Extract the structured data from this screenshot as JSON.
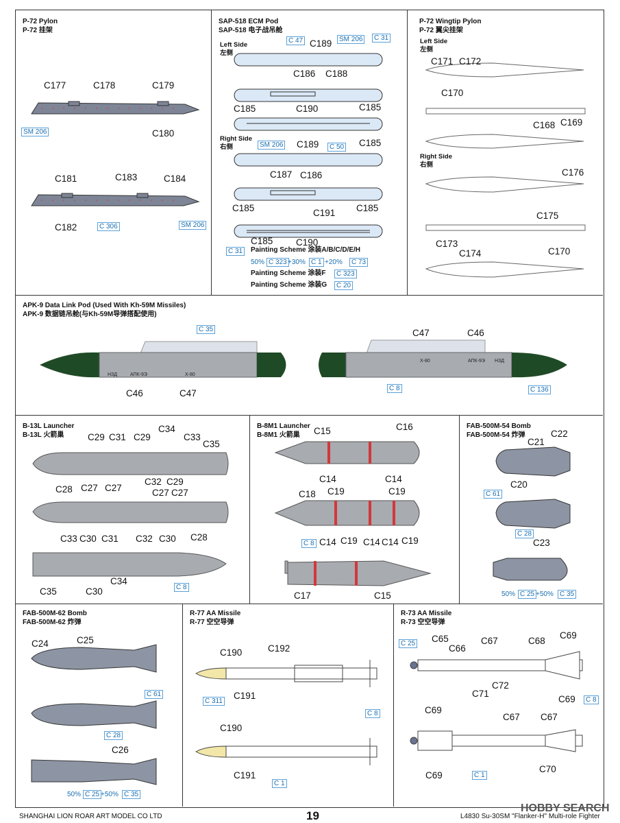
{
  "page": {
    "number": "19",
    "company": "SHANGHAI LION ROAR ART MODEL CO LTD",
    "kit": "L4830 Su-30SM \"Flanker-H\" Multi-role Fighter",
    "watermark": "HOBBY SEARCH"
  },
  "colors": {
    "frame": "#333333",
    "callout": "#1a6fb0",
    "pylon_grey": "#7e8596",
    "pod_blue": "#dbe8f6",
    "store_grey": "#a8abb0",
    "nose_green": "#1f4a26",
    "bomb_blue_grey": "#8d95a4",
    "red_detail": "#d2383a"
  },
  "p72_pylon": {
    "title_en": "P-72 Pylon",
    "title_cn": "P-72 挂架",
    "labels": [
      "C177",
      "C178",
      "C179",
      "C180",
      "C181",
      "C183",
      "C184",
      "C182"
    ],
    "callouts": [
      "SM 206",
      "C 306",
      "SM 206"
    ]
  },
  "sap518": {
    "title_en": "SAP-518 ECM Pod",
    "title_cn": "SAP-518 电子战吊舱",
    "left_en": "Left Side",
    "left_cn": "左侧",
    "right_en": "Right Side",
    "right_cn": "右侧",
    "labels": [
      "C189",
      "C186",
      "C188",
      "C185",
      "C190",
      "C185",
      "C185",
      "C189",
      "C187",
      "C186",
      "C185",
      "C191",
      "C185",
      "C185",
      "C190"
    ],
    "callouts": [
      "C 47",
      "SM 206",
      "C 31",
      "SM 206",
      "C 50",
      "C 31"
    ],
    "scheme_abcdeh": "Painting Scheme 涂装A/B/C/D/E/H",
    "mix": [
      "50%",
      "C 323",
      "+30%",
      "C 1",
      "+20%",
      "C 73"
    ],
    "scheme_f": "Painting Scheme 涂装F",
    "scheme_f_color": "C 323",
    "scheme_g": "Painting Scheme 涂装G",
    "scheme_g_color": "C 20"
  },
  "p72_wingtip": {
    "title_en": "P-72 Wingtip Pylon",
    "title_cn": "P-72 翼尖挂架",
    "left_en": "Left Side",
    "left_cn": "左侧",
    "right_en": "Right Side",
    "right_cn": "右侧",
    "labels": [
      "C171",
      "C172",
      "C170",
      "C168",
      "C169",
      "C176",
      "C175",
      "C173",
      "C174",
      "C170"
    ]
  },
  "apk9": {
    "title_en": "APK-9 Data Link Pod (Used With Kh-59M Missiles)",
    "title_cn": "APK-9 数据链吊舱(与Kh-59M导弹搭配使用)",
    "labels": [
      "C46",
      "C47",
      "C47",
      "C46"
    ],
    "callouts": [
      "C 35",
      "C 8",
      "C 136"
    ],
    "stencils": [
      "НЗД",
      "АПК-9Э",
      "Х-80",
      "Х-80",
      "АПК-9Э",
      "НЗД"
    ]
  },
  "b13l": {
    "title_en": "B-13L Launcher",
    "title_cn": "B-13L 火箭巢",
    "labels": [
      "C29",
      "C31",
      "C29",
      "C34",
      "C33",
      "C35",
      "C32",
      "C29",
      "C28",
      "C27",
      "C27",
      "C27",
      "C27",
      "C33",
      "C30",
      "C31",
      "C32",
      "C30",
      "C28",
      "C35",
      "C34",
      "C30"
    ],
    "callouts": [
      "C 8"
    ]
  },
  "b8m1": {
    "title_en": "B-8M1 Launcher",
    "title_cn": "B-8M1 火箭巢",
    "labels": [
      "C15",
      "C16",
      "C14",
      "C14",
      "C18",
      "C19",
      "C19",
      "C14",
      "C19",
      "C14",
      "C14",
      "C19",
      "C17",
      "C15"
    ],
    "callouts": [
      "C 8"
    ]
  },
  "fab500m54": {
    "title_en": "FAB-500M-54 Bomb",
    "title_cn": "FAB-500M-54 炸弹",
    "labels": [
      "C21",
      "C22",
      "C20",
      "C23"
    ],
    "callouts": [
      "C 61",
      "C 28"
    ],
    "mix": [
      "50%",
      "C 25",
      "+50%",
      "C 35"
    ]
  },
  "fab500m62": {
    "title_en": "FAB-500M-62 Bomb",
    "title_cn": "FAB-500M-62 炸弹",
    "labels": [
      "C24",
      "C25",
      "C26"
    ],
    "callouts": [
      "C 61",
      "C 28"
    ],
    "mix": [
      "50%",
      "C 25",
      "+50%",
      "C 35"
    ]
  },
  "r77": {
    "title_en": "R-77 AA Missile",
    "title_cn": "R-77 空空导弹",
    "labels": [
      "C190",
      "C192",
      "C191",
      "C190",
      "C191"
    ],
    "callouts": [
      "C 311",
      "C 8",
      "C 1"
    ]
  },
  "r73": {
    "title_en": "R-73 AA Missile",
    "title_cn": "R-73 空空导弹",
    "labels": [
      "C65",
      "C66",
      "C67",
      "C68",
      "C69",
      "C71",
      "C72",
      "C69",
      "C69",
      "C67",
      "C67",
      "C69",
      "C70"
    ],
    "callouts": [
      "C 25",
      "C 8",
      "C 1"
    ]
  }
}
